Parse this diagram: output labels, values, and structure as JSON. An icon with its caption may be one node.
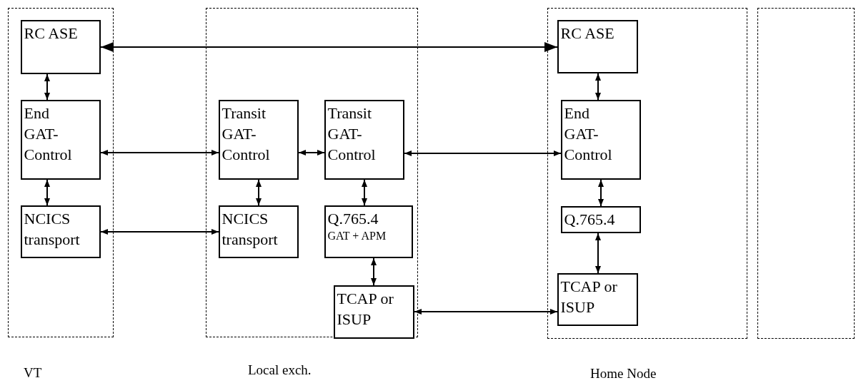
{
  "diagram": {
    "nodes": [
      {
        "text": [],
        "shape": "box",
        "beside": [
          "VT"
        ]
      },
      {
        "text": [
          "RC ASE"
        ],
        "in": 0
      },
      {
        "text": [
          "End GAT- Control"
        ],
        "in": 0
      },
      {
        "text": [
          "NCICS transport"
        ],
        "in": 0
      },
      {
        "text": [],
        "shape": "box",
        "beside": [
          "Local exch."
        ]
      },
      {
        "text": [
          "Transit GAT- Control"
        ],
        "in": 4
      },
      {
        "text": [
          "Transit GAT- Control"
        ],
        "in": 4
      },
      {
        "text": [
          "NCICS transport"
        ],
        "in": 4
      },
      {
        "text": [
          "Q.765.4",
          "GAT + APM"
        ],
        "in": 4
      },
      {
        "text": [
          "TCAP or ISUP"
        ],
        "in": 4
      },
      {
        "text": [],
        "shape": "box",
        "beside": [
          "Home Node"
        ]
      },
      {
        "text": [
          "RC ASE"
        ],
        "in": 10
      },
      {
        "text": [
          "End GAT- Control"
        ],
        "in": 10
      },
      {
        "text": [
          "Q.765.4"
        ],
        "in": 10
      },
      {
        "text": [
          "TCAP or ISUP"
        ],
        "in": 10
      },
      {
        "text": [],
        "shape": "box"
      }
    ],
    "edges": [
      {
        "from": 1,
        "to": 11,
        "arrow": "both"
      },
      {
        "from": 1,
        "to": 2,
        "arrow": "both"
      },
      {
        "from": 2,
        "to": 3,
        "arrow": "both"
      },
      {
        "from": 2,
        "to": 5,
        "arrow": "both"
      },
      {
        "from": 3,
        "to": 7,
        "arrow": "both"
      },
      {
        "from": 5,
        "to": 6,
        "arrow": "both"
      },
      {
        "from": 5,
        "to": 7,
        "arrow": "both"
      },
      {
        "from": 6,
        "to": 12,
        "arrow": "both"
      },
      {
        "from": 6,
        "to": 8,
        "arrow": "both"
      },
      {
        "from": 8,
        "to": 9,
        "arrow": "both"
      },
      {
        "from": 9,
        "to": 14,
        "arrow": "both"
      },
      {
        "from": 11,
        "to": 12,
        "arrow": "both"
      },
      {
        "from": 12,
        "to": 13,
        "arrow": "both"
      },
      {
        "from": 13,
        "to": 14,
        "arrow": "both"
      }
    ]
  }
}
